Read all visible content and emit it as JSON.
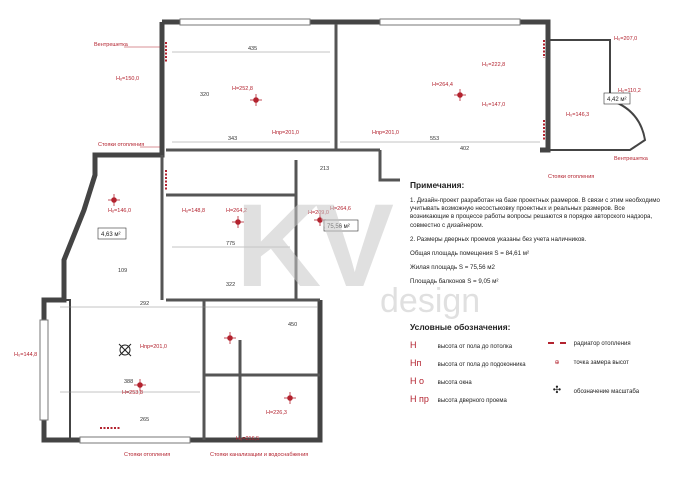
{
  "area_labels": {
    "kitchen": "4,63 м²",
    "hall": "75,56 м²",
    "balcony": "4,42 м²"
  },
  "dims": {
    "d435": "435",
    "d343": "343",
    "d553": "553",
    "d402": "402",
    "d775": "775",
    "d322": "322",
    "d292": "292",
    "d450": "450",
    "d388": "388",
    "d265": "265",
    "d109": "109",
    "d320": "320",
    "d213": "213"
  },
  "callouts": {
    "vent_top": "Вентрешетка",
    "heating_left": "Стояки отопления",
    "vent_right": "Вентрешетка",
    "heating_right": "Стояки отопления",
    "heating_bottom": "Стояки отопления",
    "sewer_bottom": "Стояки канализации и водоснабжения"
  },
  "heights": {
    "h1": "H=252,8",
    "h2": "H=264,4",
    "h3": "H=264,2",
    "h4": "H=264,6",
    "h5": "H=253,8",
    "h6": "H=226,3",
    "h7": "H=209,0",
    "ho1": "Hₒ=150,0",
    "ho2": "Hₒ=146,0",
    "ho3": "Hₒ=148,8",
    "hp1": "Hпр=201,0",
    "hp2": "Hпр=201,0",
    "hp3": "Hпр=201,0",
    "hw1": "H₀=222,8",
    "hw2": "H₀=147,0",
    "hw3": "H₀=146,3",
    "hw4": "H₀=207,0",
    "hw5": "H₀=110,2",
    "hw6": "H₀=144,8",
    "hw7": "H₀=216,5"
  },
  "notes": {
    "title": "Примечания:",
    "p1": "1. Дизайн-проект разработан на базе проектных размеров. В связи с этим необходимо учитывать возможную несостыковку проектных и реальных размеров. Все возникающие в процессе работы вопросы решаются в порядке авторского надзора, совместно с дизайнером.",
    "p2": "2. Размеры дверных проемов указаны без учета наличников.",
    "total_area": "Общая площадь помещения  S = 84,61 м²",
    "living_area": "Жилая площадь  S = 75,56 м2",
    "balcony_area": "Площадь балконов  S = 9,05 м²"
  },
  "legend": {
    "title": "Условные обозначения:",
    "items": [
      {
        "sym": "H",
        "text": "высота от пола до потолка"
      },
      {
        "sym": "Hп",
        "text": "высота от пола до подоконника"
      },
      {
        "sym": "H о",
        "text": "высота окна"
      },
      {
        "sym": "H пр",
        "text": "высота дверного проема"
      }
    ],
    "items_right": [
      {
        "text": "радиатор отопления"
      },
      {
        "text": "точка замера высот"
      },
      {
        "text": "обозначение масштаба"
      }
    ]
  },
  "watermark": {
    "mark": "KV",
    "word": "design"
  }
}
